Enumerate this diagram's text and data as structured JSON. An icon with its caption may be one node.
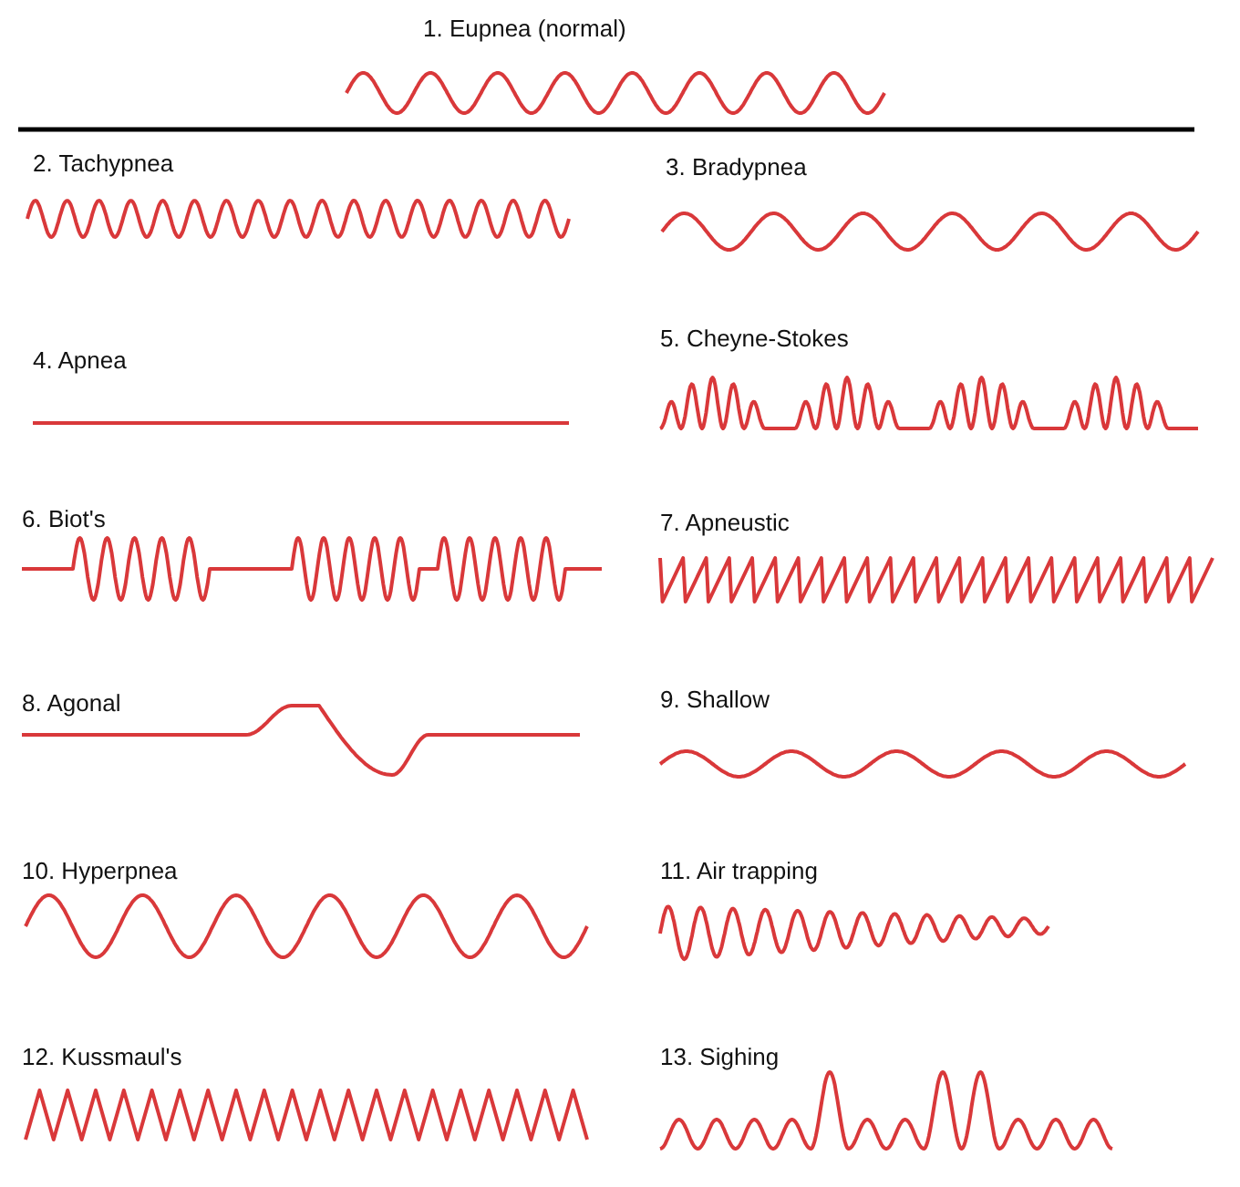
{
  "diagram": {
    "labels": [
      "1. Eupnea (normal)",
      "2. Tachypnea",
      "3. Bradypnea",
      "4. Apnea",
      "5. Cheyne-Stokes",
      "6. Biot's",
      "7. Apneustic",
      "8. Agonal",
      "9. Shallow",
      "10. Hyperpnea",
      "11. Air trapping",
      "12. Kussmaul's",
      "13. Sighing"
    ]
  }
}
